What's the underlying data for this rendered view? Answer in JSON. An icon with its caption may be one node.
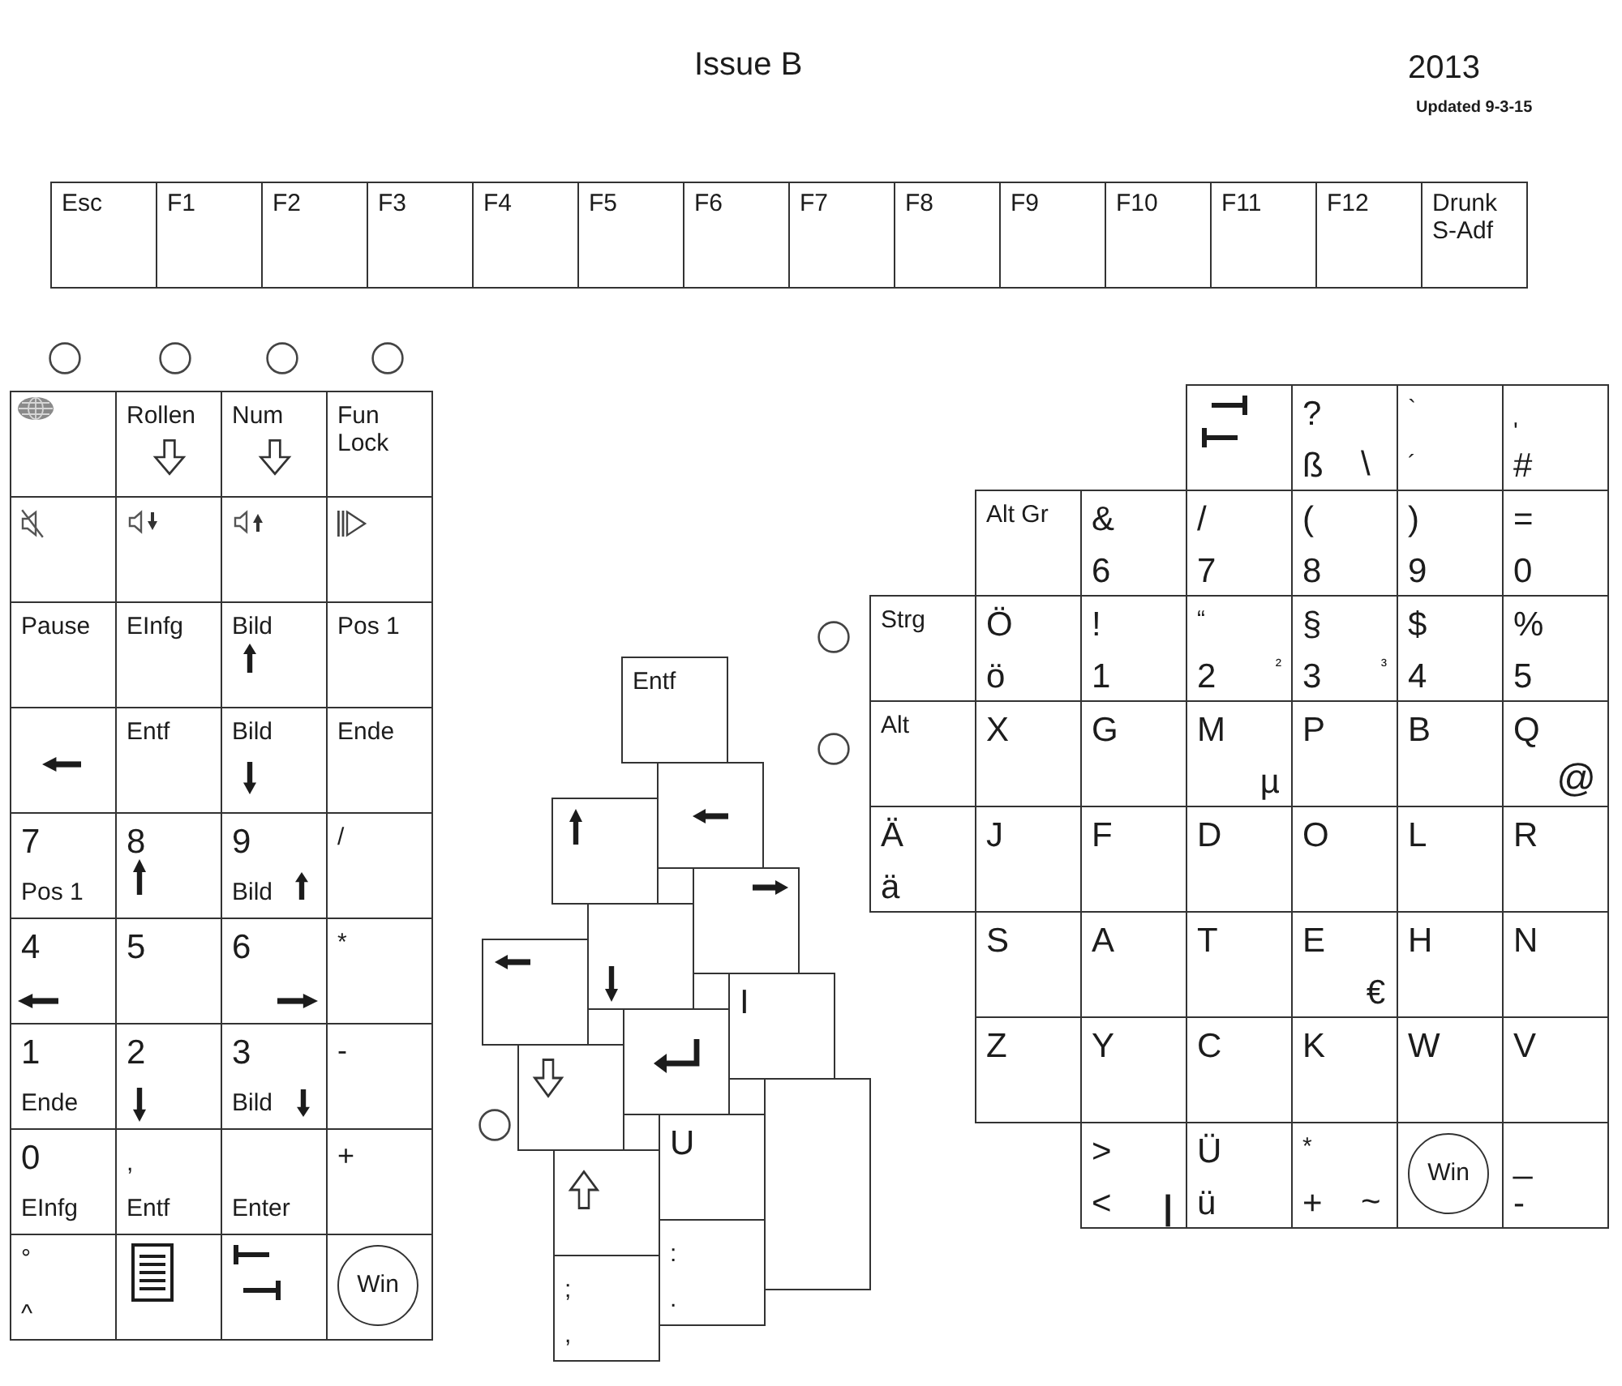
{
  "diagram": {
    "nodes": [
      {
        "text": [
          "Esc"
        ]
      },
      {
        "text": [
          "F1"
        ]
      },
      {
        "text": [
          "F2"
        ]
      },
      {
        "text": [
          "F3"
        ]
      },
      {
        "text": [
          "F4"
        ]
      },
      {
        "text": [
          "F5"
        ]
      },
      {
        "text": [
          "F6"
        ]
      },
      {
        "text": [
          "F7"
        ]
      },
      {
        "text": [
          "F8"
        ]
      },
      {
        "text": [
          "F9"
        ]
      },
      {
        "text": [
          "F10"
        ]
      },
      {
        "text": [
          "F11"
        ]
      },
      {
        "text": [
          "F12"
        ]
      },
      {
        "text": [
          "Drunk S-Adf"
        ]
      },
      {
        "text": [],
        "shape": "box"
      },
      {
        "text": [
          "Rollen"
        ]
      },
      {
        "text": [
          "Num"
        ]
      },
      {
        "text": [
          "Fun Lock"
        ]
      },
      {
        "text": [],
        "shape": "box"
      },
      {
        "text": [],
        "shape": "box"
      },
      {
        "text": [],
        "shape": "box"
      },
      {
        "text": [],
        "shape": "box"
      },
      {
        "text": [
          "Pause"
        ]
      },
      {
        "text": [
          "EInfg"
        ]
      },
      {
        "text": [
          "Bild"
        ]
      },
      {
        "text": [
          "Pos 1"
        ]
      },
      {
        "text": [],
        "shape": "box"
      },
      {
        "text": [
          "Entf"
        ]
      },
      {
        "text": [
          "Bild"
        ]
      },
      {
        "text": [
          "Ende"
        ]
      },
      {
        "text": [
          "7",
          "Pos 1"
        ]
      },
      {
        "text": [
          "8"
        ]
      },
      {
        "text": [
          "9",
          "Bild"
        ]
      },
      {
        "text": [
          "/"
        ]
      },
      {
        "text": [
          "4"
        ]
      },
      {
        "text": [
          "5"
        ]
      },
      {
        "text": [
          "6"
        ]
      },
      {
        "text": [
          "*"
        ]
      },
      {
        "text": [
          "1",
          "Ende"
        ]
      },
      {
        "text": [
          "2"
        ]
      },
      {
        "text": [
          "3",
          "Bild"
        ]
      },
      {
        "text": [
          "-"
        ]
      },
      {
        "text": [
          "0",
          "EInfg"
        ]
      },
      {
        "text": [
          ",",
          "Entf"
        ]
      },
      {
        "text": [
          "Enter"
        ]
      },
      {
        "text": [
          "+"
        ]
      },
      {
        "text": [
          "°",
          "^"
        ]
      },
      {
        "text": [],
        "shape": "box"
      },
      {
        "text": [],
        "shape": "box"
      },
      {
        "text": [
          "Win"
        ]
      },
      {
        "text": [],
        "shape": "box"
      },
      {
        "text": [
          "?",
          "ß",
          "\\"
        ]
      },
      {
        "text": [
          "`",
          "´"
        ]
      },
      {
        "text": [
          "'",
          "#"
        ]
      },
      {
        "text": [
          "Alt Gr"
        ]
      },
      {
        "text": [
          "&",
          "6"
        ]
      },
      {
        "text": [
          "/",
          "7"
        ]
      },
      {
        "text": [
          "(",
          "8"
        ]
      },
      {
        "text": [
          ")",
          "9"
        ]
      },
      {
        "text": [
          "=",
          "0"
        ]
      },
      {
        "text": [
          "Strg"
        ]
      },
      {
        "text": [
          "Ö",
          "ö"
        ]
      },
      {
        "text": [
          "!",
          "1"
        ]
      },
      {
        "text": [
          "“",
          "2",
          "²"
        ]
      },
      {
        "text": [
          "§",
          "3",
          "³"
        ]
      },
      {
        "text": [
          "$",
          "4"
        ]
      },
      {
        "text": [
          "%",
          "5"
        ]
      },
      {
        "text": [
          "Alt"
        ]
      },
      {
        "text": [
          "X"
        ]
      },
      {
        "text": [
          "G"
        ]
      },
      {
        "text": [
          "M",
          "µ"
        ]
      },
      {
        "text": [
          "P"
        ]
      },
      {
        "text": [
          "B"
        ]
      },
      {
        "text": [
          "Q",
          "@"
        ]
      },
      {
        "text": [
          "Ä",
          "ä"
        ]
      },
      {
        "text": [
          "J"
        ]
      },
      {
        "text": [
          "F"
        ]
      },
      {
        "text": [
          "D"
        ]
      },
      {
        "text": [
          "O"
        ]
      },
      {
        "text": [
          "L"
        ]
      },
      {
        "text": [
          "R"
        ]
      },
      {
        "text": [
          "S"
        ]
      },
      {
        "text": [
          "A"
        ]
      },
      {
        "text": [
          "T"
        ]
      },
      {
        "text": [
          "E",
          "€"
        ]
      },
      {
        "text": [
          "H"
        ]
      },
      {
        "text": [
          "N"
        ]
      },
      {
        "text": [
          "Z"
        ]
      },
      {
        "text": [
          "Y"
        ]
      },
      {
        "text": [
          "C"
        ]
      },
      {
        "text": [
          "K"
        ]
      },
      {
        "text": [
          "W"
        ]
      },
      {
        "text": [
          "V"
        ]
      },
      {
        "text": [
          ">",
          "<",
          "|"
        ]
      },
      {
        "text": [
          "Ü",
          "ü"
        ]
      },
      {
        "text": [
          "*",
          "+",
          "~"
        ]
      },
      {
        "text": [
          "Win"
        ]
      },
      {
        "text": [
          "_",
          "-"
        ]
      },
      {
        "text": [
          "Entf"
        ]
      },
      {
        "text": [],
        "shape": "box"
      },
      {
        "text": [],
        "shape": "box"
      },
      {
        "text": [],
        "shape": "box"
      },
      {
        "text": [],
        "shape": "box"
      },
      {
        "text": [],
        "shape": "box"
      },
      {
        "text": [],
        "shape": "box"
      },
      {
        "text": [],
        "shape": "box"
      },
      {
        "text": [
          "I"
        ]
      },
      {
        "text": [],
        "shape": "box"
      },
      {
        "text": [
          "U"
        ]
      },
      {
        "text": [],
        "shape": "box"
      },
      {
        "text": [
          ";",
          ","
        ]
      },
      {
        "text": [
          ":",
          "."
        ]
      }
    ],
    "labels": [
      "Issue B",
      "2013",
      "Updated 9-3-15"
    ]
  }
}
